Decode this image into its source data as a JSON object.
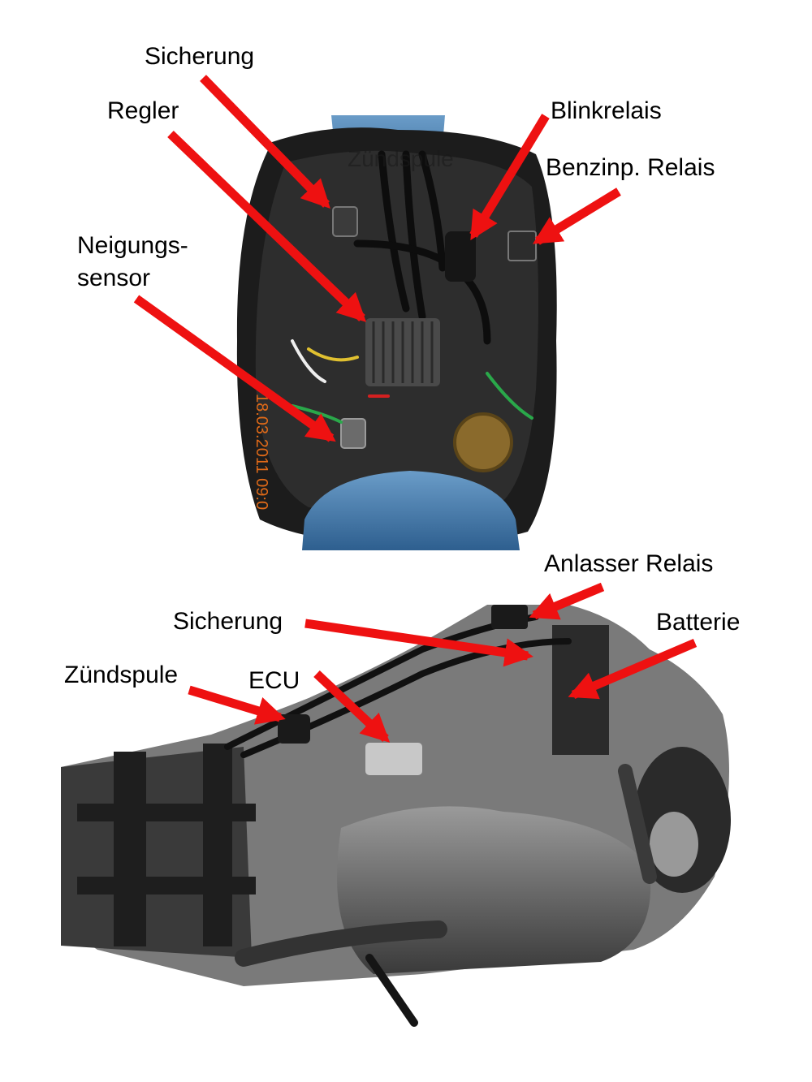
{
  "top_photo": {
    "date_stamp": "18.03.2011 09:0",
    "partial_label": "Zündspule",
    "labels": {
      "sicherung": "Sicherung",
      "regler": "Regler",
      "blinkrelais": "Blinkrelais",
      "benzinp_relais": "Benzinp. Relais",
      "neigungssensor": "Neigungs-\nsensor"
    }
  },
  "bottom_photo": {
    "labels": {
      "anlasser_relais": "Anlasser Relais",
      "sicherung": "Sicherung",
      "batterie": "Batterie",
      "zuendspule": "Zündspule",
      "ecu": "ECU"
    }
  },
  "colors": {
    "arrow": "#ee1111",
    "scooter_body_blue": "#3f76a8",
    "housing_dark": "#1c1c1c"
  }
}
